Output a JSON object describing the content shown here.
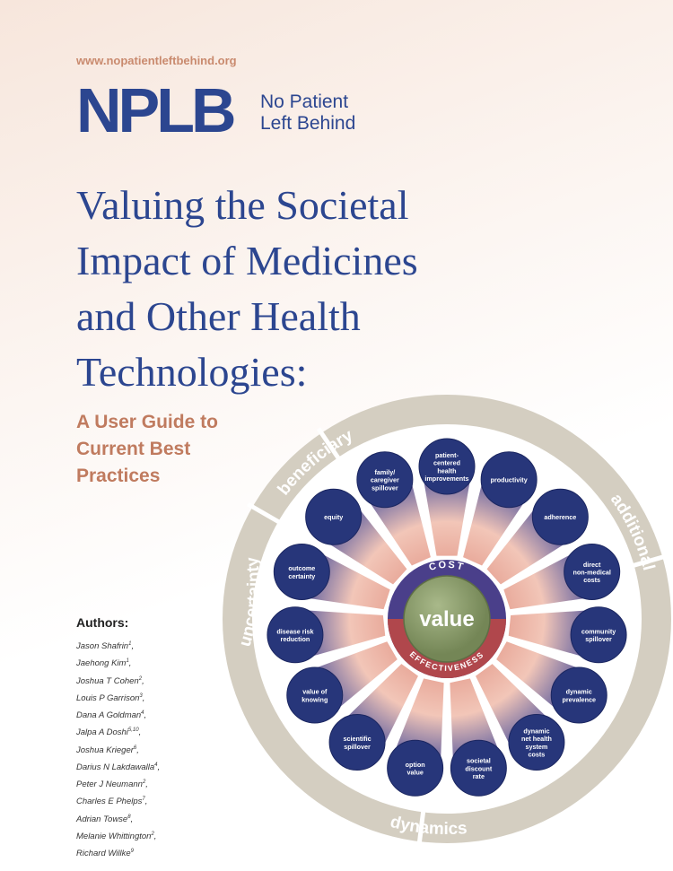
{
  "url": "www.nopatientleftbehind.org",
  "logo": {
    "letters": "NPLB",
    "line1": "No Patient",
    "line2": "Left Behind"
  },
  "title_lines": [
    "Valuing the Societal",
    "Impact of Medicines",
    "and Other Health",
    "Technologies:"
  ],
  "subtitle_lines": [
    "A User Guide to",
    "Current Best",
    "Practices"
  ],
  "authors_heading": "Authors:",
  "authors": [
    {
      "name": "Jason Shafrin",
      "sup": "1"
    },
    {
      "name": "Jaehong Kim",
      "sup": "1"
    },
    {
      "name": "Joshua T Cohen",
      "sup": "2"
    },
    {
      "name": "Louis P Garrison",
      "sup": "3"
    },
    {
      "name": "Dana A Goldman",
      "sup": "4"
    },
    {
      "name": "Jalpa A Doshi",
      "sup": "5,10"
    },
    {
      "name": "Joshua Krieger",
      "sup": "6"
    },
    {
      "name": "Darius N Lakdawalla",
      "sup": "4"
    },
    {
      "name": "Peter J Neumann",
      "sup": "2"
    },
    {
      "name": "Charles E Phelps",
      "sup": "7"
    },
    {
      "name": "Adrian Towse",
      "sup": "8"
    },
    {
      "name": "Melanie Whittington",
      "sup": "2"
    },
    {
      "name": "Richard Willke",
      "sup": "9"
    }
  ],
  "wheel": {
    "center_label": "value",
    "top_arc": "COST",
    "bottom_arc": "EFFECTIVENESS",
    "categories": [
      "beneficiary",
      "additional",
      "dynamics",
      "uncertainty"
    ],
    "petals": [
      [
        "patient-",
        "centered",
        "health",
        "improvements"
      ],
      [
        "productivity"
      ],
      [
        "adherence"
      ],
      [
        "direct",
        "non-medical",
        "costs"
      ],
      [
        "community",
        "spillover"
      ],
      [
        "dynamic",
        "prevalence"
      ],
      [
        "dynamic",
        "net health",
        "system",
        "costs"
      ],
      [
        "societal",
        "discount",
        "rate"
      ],
      [
        "option",
        "value"
      ],
      [
        "scientific",
        "spillover"
      ],
      [
        "value of",
        "knowing"
      ],
      [
        "disease risk",
        "reduction"
      ],
      [
        "outcome",
        "certainty"
      ],
      [
        "equity"
      ],
      [
        "family/",
        "caregiver",
        "spillover"
      ]
    ],
    "colors": {
      "ring": "#d4cec1",
      "petal": "#27367a",
      "petal_dark": "#1b2660",
      "center": "#8a9b6e",
      "cost_band": "#4a3f8a",
      "effectiveness_band": "#b0474c"
    }
  }
}
